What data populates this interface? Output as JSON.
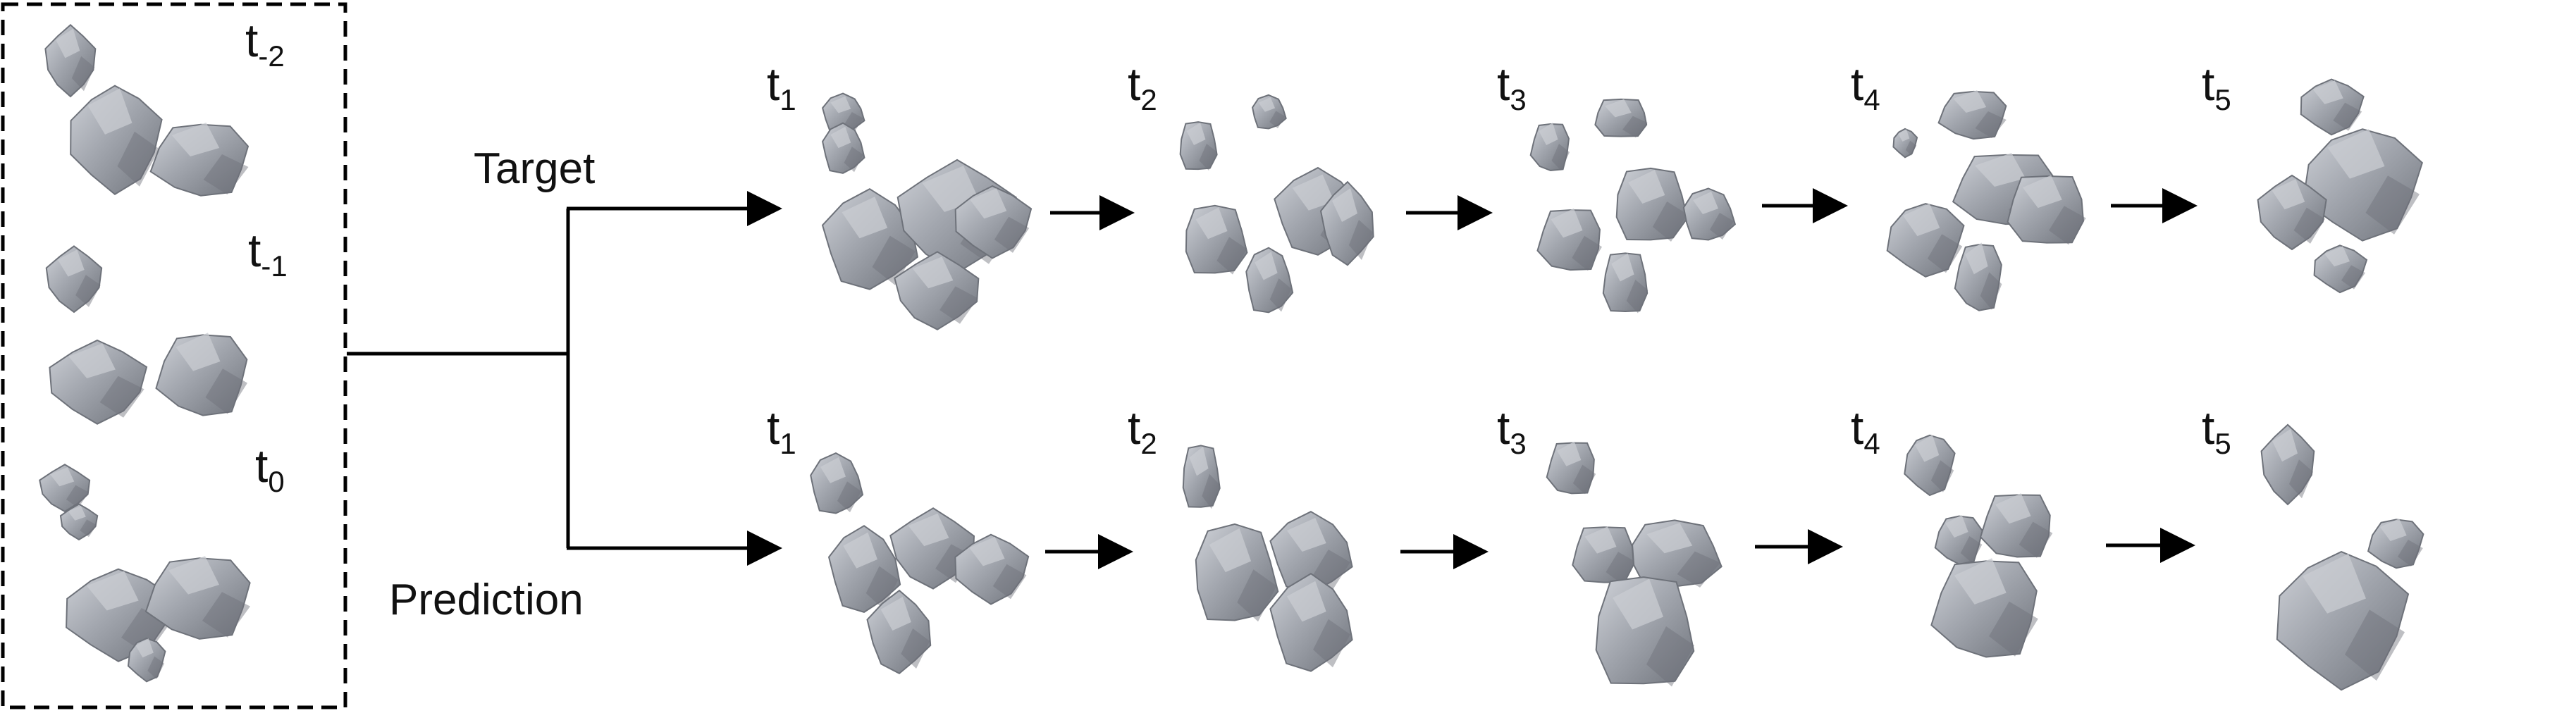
{
  "labels": {
    "target": "Target",
    "prediction": "Prediction"
  },
  "input_times": [
    {
      "base": "t",
      "sub": "-2"
    },
    {
      "base": "t",
      "sub": "-1"
    },
    {
      "base": "t",
      "sub": "0"
    }
  ],
  "target_times": [
    {
      "base": "t",
      "sub": "1"
    },
    {
      "base": "t",
      "sub": "2"
    },
    {
      "base": "t",
      "sub": "3"
    },
    {
      "base": "t",
      "sub": "4"
    },
    {
      "base": "t",
      "sub": "5"
    }
  ],
  "prediction_times": [
    {
      "base": "t",
      "sub": "1"
    },
    {
      "base": "t",
      "sub": "2"
    },
    {
      "base": "t",
      "sub": "3"
    },
    {
      "base": "t",
      "sub": "4"
    },
    {
      "base": "t",
      "sub": "5"
    }
  ],
  "colors": {
    "particle_fill": "#9ea2aa",
    "particle_light": "#c9ccd2",
    "particle_dark": "#6e727a",
    "line": "#000000"
  }
}
